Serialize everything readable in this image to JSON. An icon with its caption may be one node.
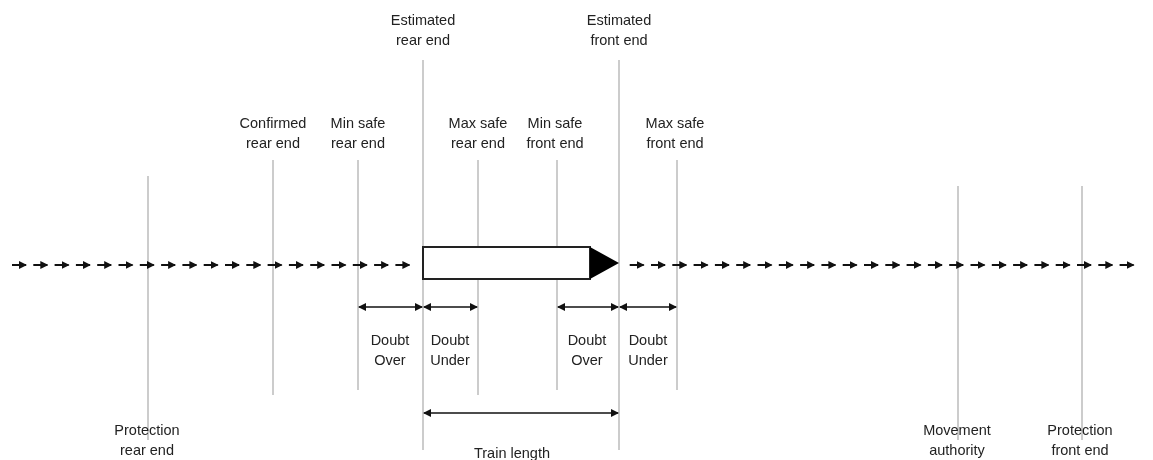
{
  "diagram": {
    "labels": [
      "Estimated rear end",
      "Estimated front end",
      "Confirmed rear end",
      "Min safe rear end",
      "Max safe rear end",
      "Min safe front end",
      "Max safe front end",
      "Doubt Over",
      "Doubt Under",
      "Doubt Over",
      "Doubt Under",
      "Train length",
      "Protection rear end",
      "Movement authority",
      "Protection front end"
    ]
  }
}
